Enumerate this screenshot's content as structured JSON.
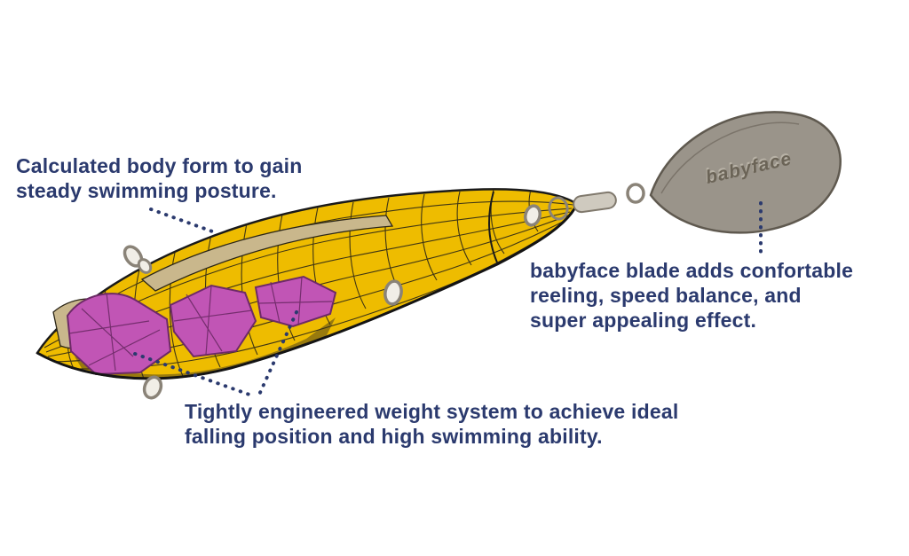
{
  "annotations": {
    "body_form": {
      "lines": [
        "Calculated body form to gain",
        "steady swimming posture."
      ]
    },
    "blade": {
      "lines": [
        "babyface blade adds confortable",
        "reeling, speed balance, and",
        "super appealing effect."
      ]
    },
    "weight_system": {
      "lines": [
        "Tightly engineered weight system to achieve ideal",
        "falling position and high swimming ability."
      ]
    }
  },
  "lure": {
    "blade_label": "babyface"
  },
  "colors": {
    "annotation_text": "#2b3a6e",
    "body_yellow": "#eebc00",
    "inner_tan": "#c9b78c",
    "weight_magenta": "#c155b5",
    "blade_gray": "#9a948a",
    "hardware_gray": "#8a8378",
    "outline_black": "#1a1a1a"
  }
}
